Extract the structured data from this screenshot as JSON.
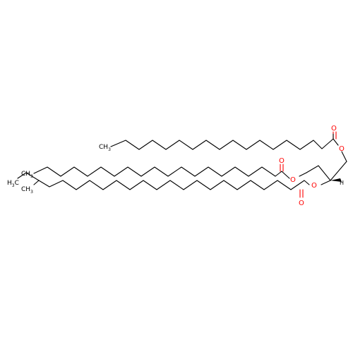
{
  "molecule": {
    "bond_color": "#000000",
    "oxygen_color": "#ff0000",
    "labels": {
      "ch3_chain1": "CH",
      "ch3_chain1_sub": "3",
      "ch3_chain2": "CH",
      "ch3_chain2_sub": "3",
      "h3c_chain3": "H",
      "h3c_chain3_sub": "3",
      "h3c_chain3_c": "C",
      "ch3_branch": "CH",
      "ch3_branch_sub": "3",
      "oxygen": "O",
      "hydrogen": "H"
    }
  }
}
